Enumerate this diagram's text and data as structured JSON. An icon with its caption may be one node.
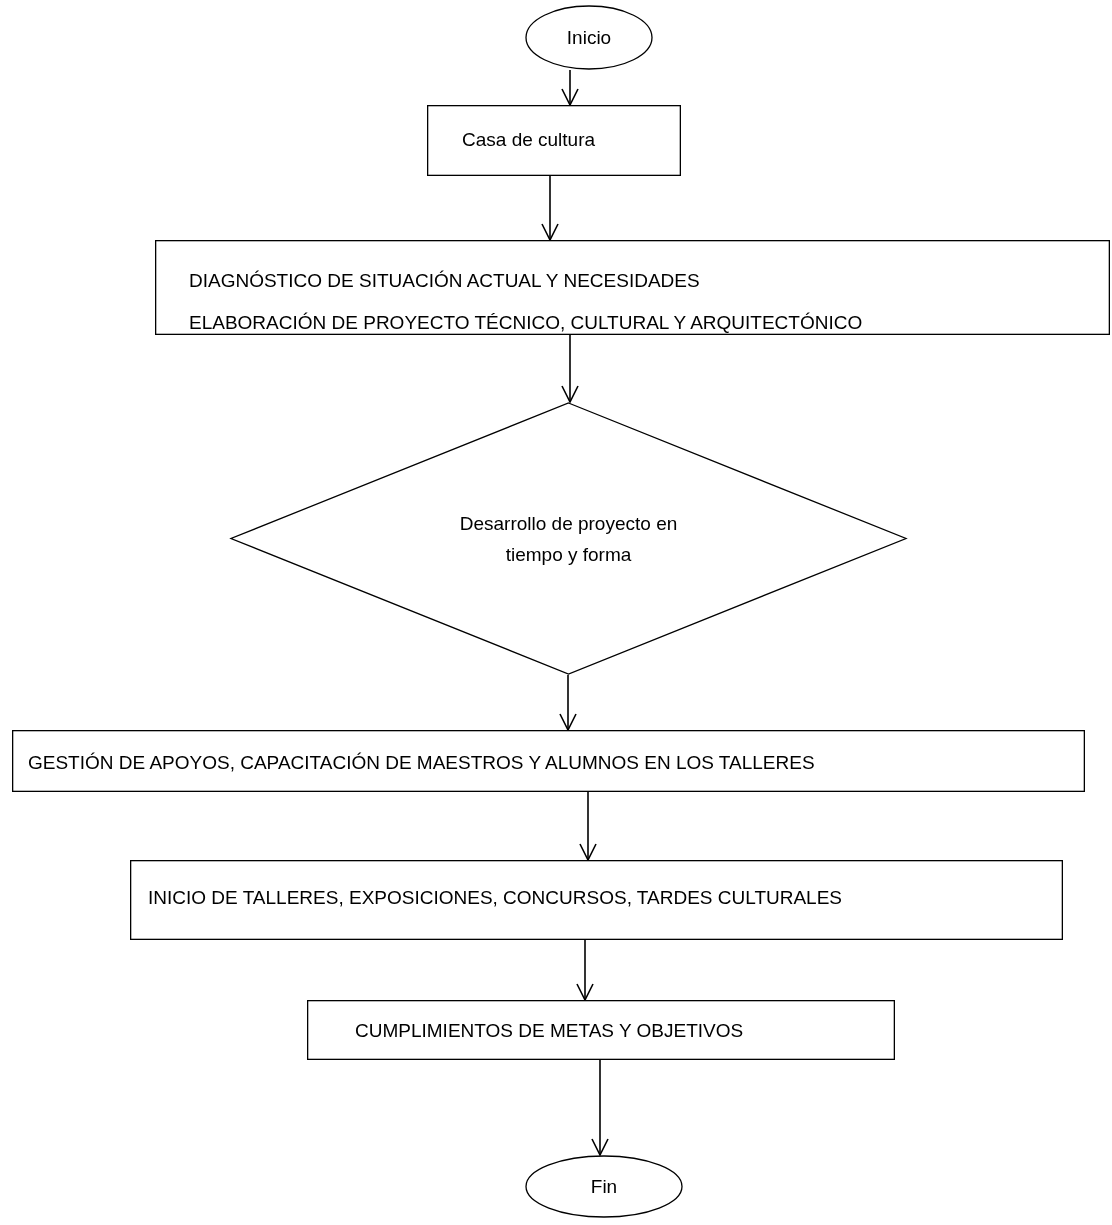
{
  "diagram": {
    "nodes": [
      {
        "text": [
          "Inicio"
        ]
      },
      {
        "text": [
          "Casa de cultura"
        ]
      },
      {
        "text": [
          "DIAGNÓSTICO DE SITUACIÓN ACTUAL Y NECESIDADES",
          "ELABORACIÓN DE PROYECTO TÉCNICO, CULTURAL Y ARQUITECTÓNICO"
        ]
      },
      {
        "text": [
          "Desarrollo de proyecto en tiempo y forma"
        ]
      },
      {
        "text": [
          "GESTIÓN DE APOYOS, CAPACITACIÓN DE MAESTROS Y ALUMNOS EN LOS TALLERES"
        ]
      },
      {
        "text": [
          "INICIO DE TALLERES, EXPOSICIONES, CONCURSOS, TARDES CULTURALES"
        ]
      },
      {
        "text": [
          "CUMPLIMIENTOS DE METAS Y OBJETIVOS"
        ]
      },
      {
        "text": [
          "Fin"
        ]
      }
    ],
    "edges": [
      {
        "from": 0,
        "to": 1,
        "arrow": "to"
      },
      {
        "from": 1,
        "to": 2,
        "arrow": "to"
      },
      {
        "from": 2,
        "to": 3,
        "arrow": "to"
      },
      {
        "from": 3,
        "to": 4,
        "arrow": "to"
      },
      {
        "from": 4,
        "to": 5,
        "arrow": "to"
      },
      {
        "from": 5,
        "to": 6,
        "arrow": "to"
      },
      {
        "from": 6,
        "to": 7,
        "arrow": "to"
      }
    ]
  }
}
